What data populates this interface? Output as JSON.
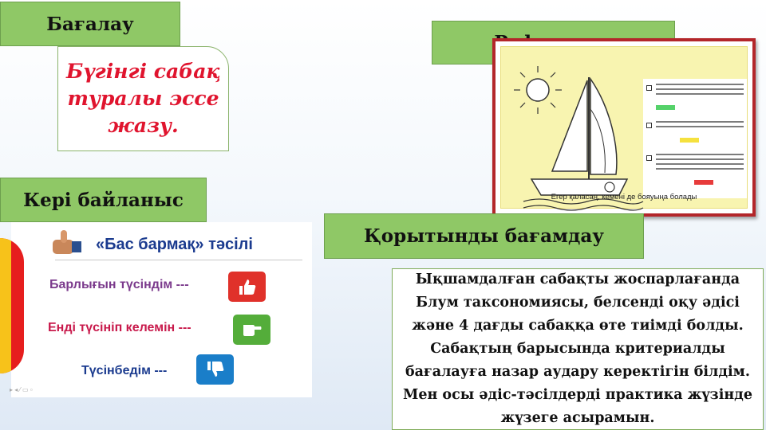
{
  "labels": {
    "assessment": "Бағалау",
    "reflection": "Рефлексия",
    "feedback": "Кері байланыс",
    "summative": "Қорытынды бағамдау"
  },
  "essay": {
    "text": "Бүгінгі сабақ туралы эссе жазу."
  },
  "reflection_image": {
    "caption": "Егер қаласаң, кемені де бояуыңа болады"
  },
  "thumb_method": {
    "title": "«Бас бармақ» тәсілі",
    "rows": [
      {
        "text": "Барлығын түсіндім ---",
        "icon": "thumbs-up-icon"
      },
      {
        "text": "Енді түсініп келемін ---",
        "icon": "thumb-sideways-icon"
      },
      {
        "text": "Түсінбедім ---",
        "icon": "thumbs-down-icon"
      }
    ]
  },
  "conclusion": {
    "text": "Ықшамдалған сабақты жоспарлағанда Блум таксономиясы, белсенді оқу әдісі және 4 дағды сабаққа өте тиімді болды. Сабақтың барысында критериалды бағалауға назар аудару керектігін білдім. Мен осы әдіс-тәсілдерді практика жүзінде жүзеге асырамын."
  },
  "colors": {
    "label_green": "#8fc866",
    "essay_red": "#e0142e",
    "frame_red": "#b3262a"
  }
}
